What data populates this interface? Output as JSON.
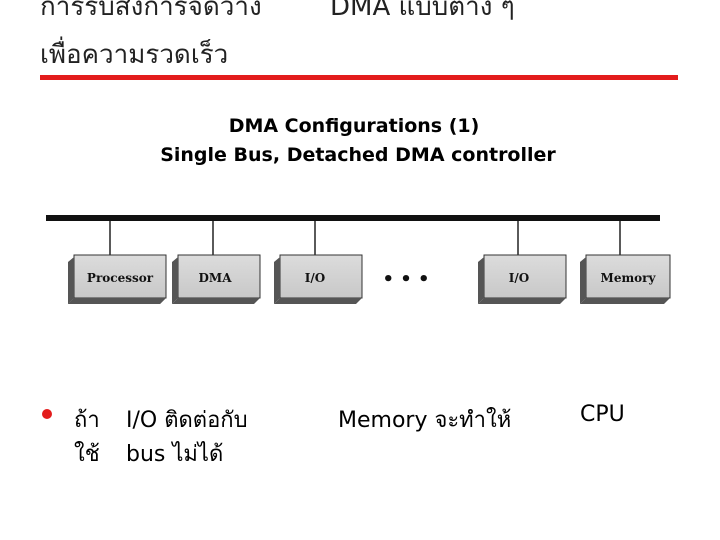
{
  "slide": {
    "title_line1_part1": "การรับส่งการจัดวาง",
    "title_line1_part2": "DMA แบบต่าง ๆ",
    "title_line2": "เพื่อความรวดเร็ว",
    "accent_color": "#e31c1c"
  },
  "figure": {
    "caption_line1": "DMA Configurations (1)",
    "caption_line2": "Single Bus, Detached DMA controller",
    "modules": [
      {
        "label": "Processor"
      },
      {
        "label": "DMA"
      },
      {
        "label": "I/O"
      },
      {
        "label": "I/O"
      },
      {
        "label": "Memory"
      }
    ],
    "ellipsis": "• • •"
  },
  "body": {
    "bullet_line1": {
      "a": "ถ้า",
      "b": "I/O ติดต่อกับ",
      "c": "Memory จะทำให้",
      "d": "CPU"
    },
    "bullet_line2": {
      "a": "ใช้",
      "b": "bus ไม่ได้"
    }
  }
}
